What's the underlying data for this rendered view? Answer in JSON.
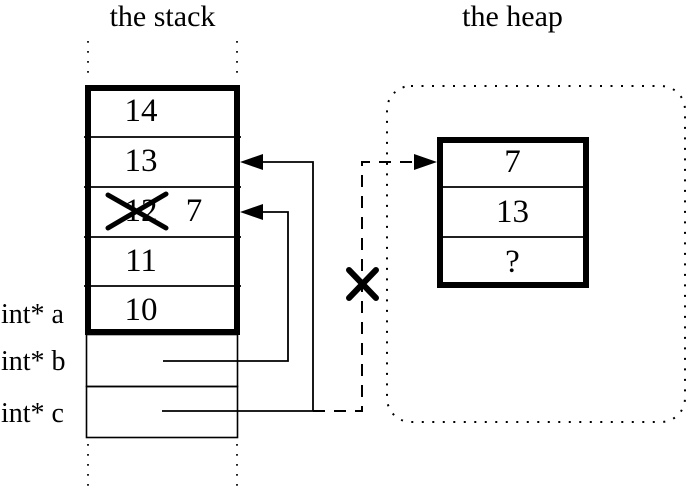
{
  "titles": {
    "stack": "the stack",
    "heap": "the heap"
  },
  "stack": {
    "cells": [
      {
        "value": "14"
      },
      {
        "value": "13"
      },
      {
        "value": "12",
        "crossed_out": true,
        "replacement": "7"
      },
      {
        "value": "11"
      },
      {
        "value": "10"
      }
    ],
    "pointers": [
      {
        "label": "int* a"
      },
      {
        "label": "int* b"
      },
      {
        "label": "int* c"
      }
    ]
  },
  "heap": {
    "cells": [
      {
        "value": "7"
      },
      {
        "value": "13"
      },
      {
        "value": "?"
      }
    ]
  },
  "colors": {
    "ink": "#000000",
    "background": "#ffffff"
  }
}
